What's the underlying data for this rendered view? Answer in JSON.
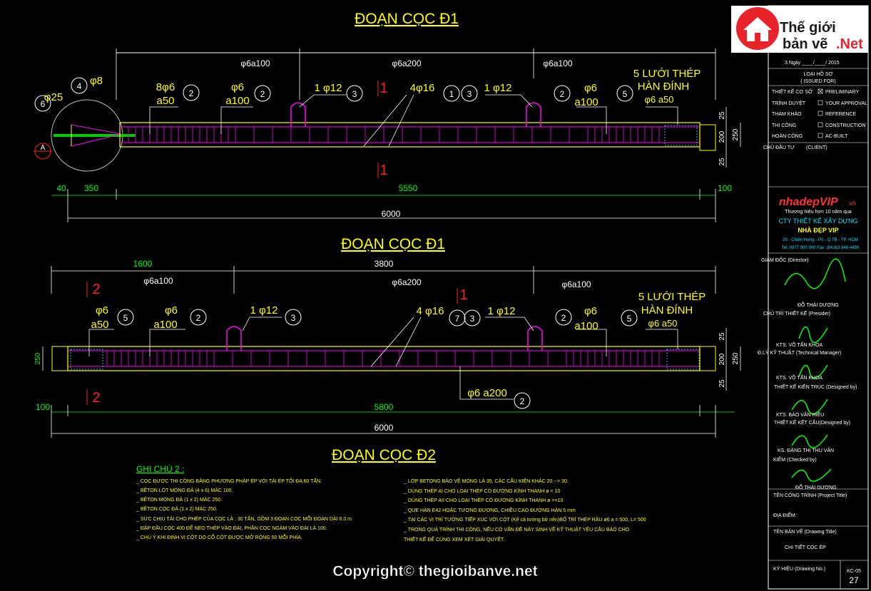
{
  "titles": {
    "d1_top": "ĐOẠN CỌC Đ1",
    "d1_mid": "ĐOẠN CỌC Đ1",
    "d2": "ĐOẠN CỌC Đ2"
  },
  "section_marks": {
    "one": "1",
    "two": "2"
  },
  "pile1": {
    "spacing_left": "φ6a100",
    "spacing_mid": "φ6a200",
    "spacing_right": "φ6a100",
    "label_25": "φ25",
    "label_8": "φ8",
    "callout_6": "6",
    "callout_4": "4",
    "callout_a": "A",
    "label_8phi6": "8φ6",
    "label_a50": "a50",
    "label_phi6": "φ6",
    "label_a100": "a100",
    "label_1phi12": "1 φ12",
    "label_4phi16": "4φ16",
    "mesh_1": "5 LƯỚI THÉP",
    "mesh_2": "HÀN ĐÍNH",
    "mesh_3": "φ6 a50",
    "c5": "5",
    "c2": "2",
    "c3": "3",
    "c1": "1",
    "dim_40": "40",
    "dim_350": "350",
    "dim_5550": "5550",
    "dim_100": "100",
    "dim_6000": "6000",
    "dim_25": "25",
    "dim_200": "200",
    "dim_250": "250"
  },
  "pile2": {
    "dim_1600": "1600",
    "dim_3800": "3800",
    "spacing_left": "φ6a100",
    "spacing_mid": "φ6a200",
    "spacing_right": "φ6a100",
    "label_phi6": "φ6",
    "label_a50": "a50",
    "label_a100": "a100",
    "label_1phi12": "1 φ12",
    "label_4phi16": "4 φ16",
    "mesh_1": "5 LƯỚI THÉP",
    "mesh_2": "HÀN ĐÍNH",
    "mesh_3": "φ6 a50",
    "bottom_spacing": "φ6 a200",
    "c5": "5",
    "c2": "2",
    "c3": "3",
    "c7": "7",
    "dim_100": "100",
    "dim_5800": "5800",
    "dim_6000": "6000",
    "dim_250": "250",
    "dim_25": "25",
    "dim_200": "200"
  },
  "notes": {
    "heading": "GHI CHÚ 2 :",
    "left": [
      "_ CỌC ĐƯỢC THI CÔNG BẰNG PHƯƠNG PHÁP ÉP VỚI TẢI ÉP TỐI ĐA 60 TẤN.",
      "_ BÊTON LÓT MÓNG ĐÁ (4 x 6) MÁC 100.",
      "_ BÊTON MÓNG ĐÁ (1 x 2) MÁC 250.",
      "_ BÊTON CỌC ĐÁ (1 x 2) MÁC 250.",
      "_ SỨC CHỊU TẢI CHO PHÉP CỦA CỌC LÀ : 30 TẤN, GỒM 3 ĐOẠN CỌC MỖI ĐOẠN DÀI 6.0 m.",
      "_ ĐẬP ĐẦU CỌC 400 ĐỂ NEO THÉP VÀO ĐÀI, PHẦN CỌC NGÀM VÀO ĐÀI LÀ 100.",
      "_ CHÚ Ý KHI ĐỊNH VỊ CỘT DO CỔ CỘT ĐƯỢC MỞ RỘNG 50 MỖI PHÍA."
    ],
    "right": [
      "_ LỚP BETONG BẢO VỆ MÓNG LÀ 35, CÁC CẤU KIỆN KHÁC 20 --> 30.",
      "_ DÙNG THÉP AI CHO LOẠI THÉP CÓ ĐƯỜNG KÍNH THANH ø < 10",
      "_ DÙNG THÉP AII CHO LOẠI THÉP CÓ ĐƯỜNG KÍNH THANH ø >=10",
      "_ QUE HÀN E42 HOẶC TƯƠNG ĐƯƠNG, CHIỀU CAO ĐƯỜNG HÀN 5 mm",
      "_ TẠI CÁC VỊ TRÍ TƯỜNG TIẾP XÚC VỚI CỘT (Kể cả tường bờ nền)BỐ TRÍ THÉP RÂU ø6 a = 500, L= 500",
      "_ TRONG QUÁ TRÌNH THI CÔNG, NẾU CÓ VẤN ĐỀ NẢY SINH VỀ KỸ THUẬT YÊU CẦU BÁO CHO",
      "   THIẾT KẾ ĐỂ CÙNG XEM XÉT GIẢI QUYẾT."
    ]
  },
  "copyright": "Copyright© thegioibanve.net",
  "logo": {
    "line1": "Thế giới",
    "line2": "bản vẽ",
    "net": ".Net"
  },
  "title_block": {
    "date": "3   Ngày ____/____/ 2015",
    "issued_1": "LOẠI HỒ SƠ",
    "issued_2": "( ISSUED FOR)",
    "rows": [
      {
        "vn": "THIẾT KẾ CƠ SỞ",
        "en": "PRELIMINARY",
        "checked": true
      },
      {
        "vn": "TRÌNH DUYỆT",
        "en": "YOUR APPROVAL",
        "checked": false
      },
      {
        "vn": "THAM KHẢO",
        "en": "REFERENCE",
        "checked": false
      },
      {
        "vn": "THI CÔNG",
        "en": "CONSTRUCTION",
        "checked": false
      },
      {
        "vn": "HOÀN CÔNG",
        "en": "AC-BUILT",
        "checked": false
      }
    ],
    "client_vn": "CHỦ ĐẦU TƯ",
    "client_en": "(CLIENT)",
    "brand": "nhadepVIP",
    "brand_vn": ".vn",
    "slogan": "Thương hiệu hơn 10 năm qua",
    "company_1": "CTY THIẾT KẾ XÂY DỰNG",
    "company_2": "NHÀ ĐẸP VIP",
    "address": "20 - Chiến Hưng - Pô - Q.TB - TP. HCM",
    "phone": "Tel: 0977 900 900  Fax: (84.8)3 846 4450",
    "director": "GIÁM ĐỐC (Director)",
    "director_name": "ĐỖ THÁI DƯƠNG",
    "chief": "CHỦ TRÌ THIẾT KẾ (Presider)",
    "chief_name": "KTS. VÕ TẤN KHOA",
    "tech": "Đ.LÝ KỸ THUẬT (Technical Manager)",
    "tech_name": "KTS. VÕ TẤN KHOA",
    "arch": "THIẾT KẾ KIẾN TRÚC (Designed by)",
    "arch_name": "KTS. BÀO VĂN HIẾU",
    "struct": "THIẾT KẾ KẾT CẤU(Designed by)",
    "struct_name": "KS. ĐẶNG THỊ THU VÂN",
    "check": "KIỂM (Checked by)",
    "check_name": "ĐỖ THÁI DƯƠNG",
    "project": "TÊN CÔNG TRÌNH (Project Title)",
    "location": "ĐỊA ĐIỂM:",
    "drawing_title": "TÊN BẢN VẼ  (Drawing Title)",
    "drawing_name": "CHI TIẾT CỌC ÉP",
    "drawing_no": "KÝ HIỆU (Drawing No.)",
    "code": "KC-05",
    "sheet": "27"
  }
}
